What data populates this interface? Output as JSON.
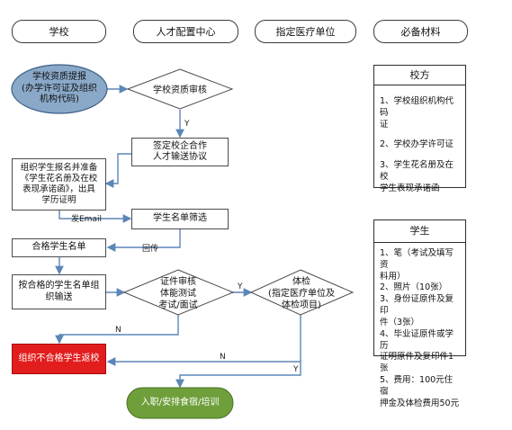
{
  "headers": [
    "学校",
    "人才配置中心",
    "指定医疗单位",
    "必备材料"
  ],
  "nodes": {
    "school_submit": "学校资质提报\n(办学许可证及组织\n机构代码)",
    "school_review": "学校资质审核",
    "sign_agreement": "签定校企合作\n人才输送协议",
    "organize_signup": "组织学生报名并准备\n《学生花名册及在校\n表现承诺函》，出具\n学历证明",
    "name_screening": "学生名单筛选",
    "qualified_list": "合格学生名单",
    "send_students": "按合格的学生名单组\n织输送",
    "cert_review": [
      "证件审核",
      "体能测试",
      "考试/面试"
    ],
    "physical_exam": [
      "体检",
      "(指定医疗单位及",
      "体检项目)"
    ],
    "return_unqualified": "组织不合格学生返校",
    "onboarding": "入职/安排食宿/培训"
  },
  "edge_labels": {
    "yes": "Y",
    "no": "N",
    "email": "发Email",
    "feedback": "回传"
  },
  "materials": {
    "school": {
      "title": "校方",
      "items": [
        "1、学校组织机构代码\n证",
        "2、学校办学许可证",
        "3、学生花名册及在校\n学生表现承诺函"
      ]
    },
    "student": {
      "title": "学生",
      "items": [
        "1、笔（考试及填写资\n料用）",
        "2、照片（10张）",
        "3、身份证原件及复印\n件（3张）",
        "4、毕业证原件或学历\n证明原件及复印件1张",
        "5、费用：100元住宿\n押金及体检费用50元"
      ]
    }
  },
  "colors": {
    "line": "#5b86b8",
    "start_fill": "#8aa9c9",
    "reject_fill": "#e21d1d",
    "end_fill": "#6f9f3a"
  }
}
